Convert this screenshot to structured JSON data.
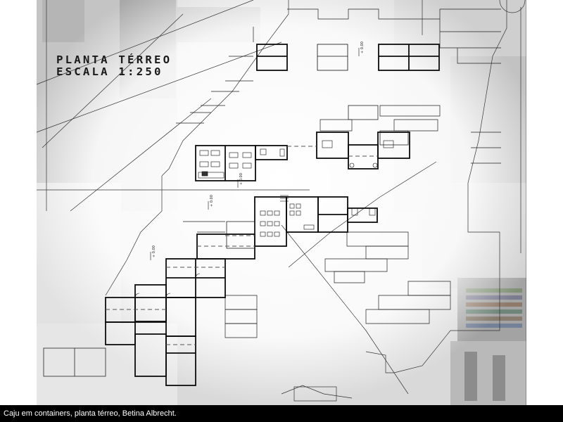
{
  "drawing": {
    "title": "PLANTA TÉRREO",
    "scale": "ESCALA 1:250",
    "level_marks": [
      "+ 0.00",
      "+ 0.00",
      "+ 0.00",
      "+ 0.00"
    ]
  },
  "caption": {
    "text": "Caju em containers, planta térreo, Betina Albrecht."
  },
  "colors": {
    "caption_background": "#000000",
    "caption_text": "#ffffff",
    "background_photo_tint": "#cfcfcf",
    "linework": "#111111"
  }
}
